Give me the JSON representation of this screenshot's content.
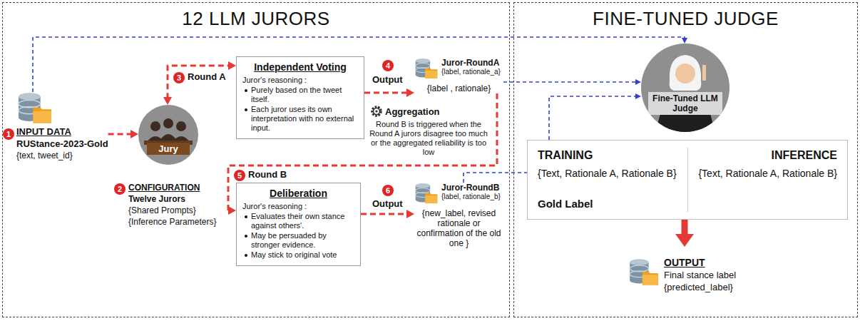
{
  "diagram": {
    "nodes": [
      {
        "text": [
          "12 LLM JURORS"
        ]
      },
      {
        "text": [
          "FINE-TUNED JUDGE"
        ]
      },
      {
        "text": [
          "INPUT DATA",
          "RUStance-2023-Gold",
          "{text, tweet_id}"
        ],
        "in": 0
      },
      {
        "text": [
          "Jury"
        ],
        "in": 0
      },
      {
        "text": [
          "Independent Voting",
          "Juror's reasoning :",
          "Purely based on the tweet itself.",
          "Each juror uses its own interpretation with no external input."
        ],
        "in": 0
      },
      {
        "text": [
          "Juror-RoundA",
          "{label, rationale_a}",
          "{label , rationale}"
        ],
        "in": 0
      },
      {
        "text": [
          "Deliberation",
          "Juror's reasoning :",
          "Evaluates their own stance against others'.",
          "May be persuaded by stronger evidence.",
          "May stick to original vote"
        ],
        "in": 0
      },
      {
        "text": [
          "Juror-RoundB",
          "{label, rationale_b}",
          "{new_label, revised rationale or confirmation of the old one }"
        ],
        "in": 0
      },
      {
        "text": [
          "Fine-Tuned LLM Judge"
        ],
        "in": 1
      },
      {
        "text": [
          "TRAINING",
          "{Text, Rationale A, Rationale B}",
          "Gold Label",
          "INFERENCE",
          "{Text, Rationale A, Rationale B}"
        ],
        "in": 1
      },
      {
        "text": [
          "OUTPUT",
          "Final stance label",
          "{predicted_label}"
        ],
        "in": 1
      }
    ],
    "edges": [
      {
        "from": 2,
        "to": 3,
        "arrow": "to"
      },
      {
        "from": 3,
        "to": 4,
        "arrow": "both"
      },
      {
        "from": 4,
        "to": 5,
        "arrow": "to"
      },
      {
        "from": 5,
        "to": 6,
        "arrow": "to"
      },
      {
        "from": 6,
        "to": 7,
        "arrow": "to"
      },
      {
        "from": 2,
        "to": 8,
        "arrow": "to"
      },
      {
        "from": 5,
        "to": 8,
        "arrow": "to"
      },
      {
        "from": 7,
        "to": 8,
        "arrow": "to"
      },
      {
        "from": 9,
        "to": 10,
        "arrow": "to"
      }
    ],
    "labels": [
      "1",
      "2",
      "CONFIGURATION",
      "Twelve Jurors",
      "{Shared Prompts}",
      "{Inference Parameters}",
      "3",
      "Round A",
      "4",
      "Output",
      "Aggregation",
      "Round B is triggered when the Round A jurors disagree too much or the aggregated reliability is too low",
      "5",
      "Round B",
      "6",
      "Output"
    ]
  }
}
